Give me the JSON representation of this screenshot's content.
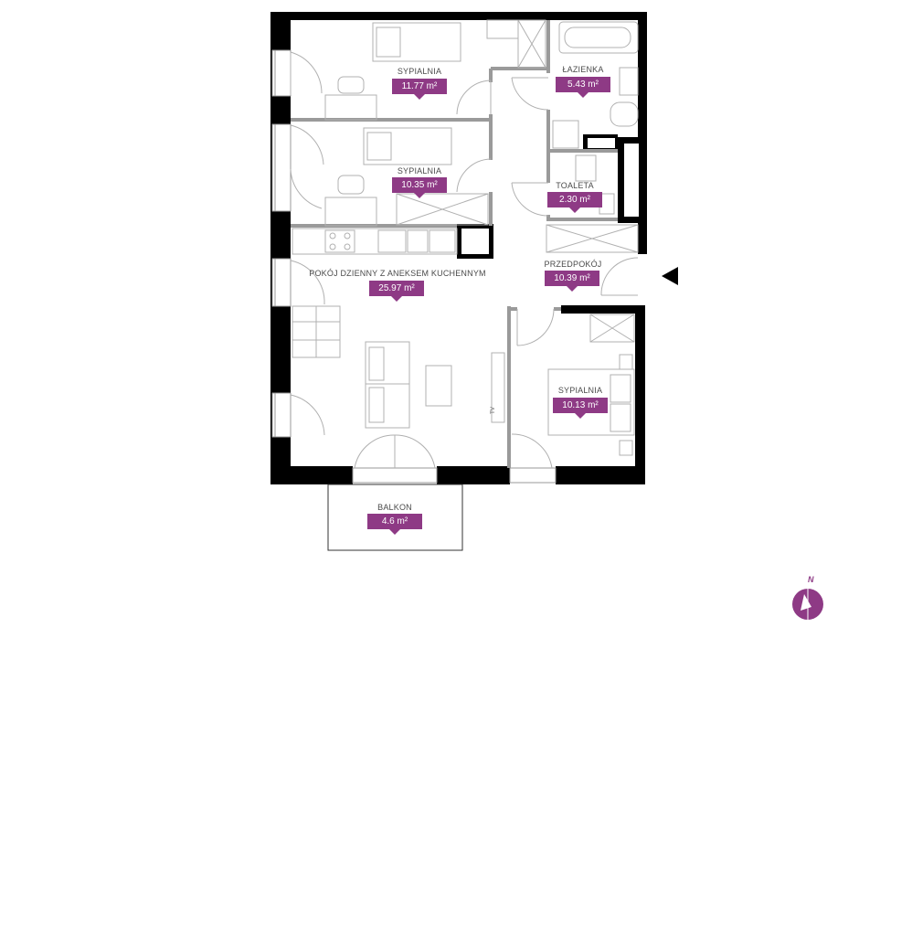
{
  "rooms": [
    {
      "id": "sypialnia-1",
      "name": "SYPIALNIA",
      "area": "11.77 m²"
    },
    {
      "id": "lazienka",
      "name": "ŁAZIENKA",
      "area": "5.43 m²"
    },
    {
      "id": "sypialnia-2",
      "name": "SYPIALNIA",
      "area": "10.35 m²"
    },
    {
      "id": "toaleta",
      "name": "TOALETA",
      "area": "2.30 m²"
    },
    {
      "id": "pokoj-dzienny",
      "name": "POKÓJ DZIENNY Z ANEKSEM KUCHENNYM",
      "area": "25.97 m²"
    },
    {
      "id": "przedpokoj",
      "name": "PRZEDPOKÓJ",
      "area": "10.39 m²"
    },
    {
      "id": "sypialnia-3",
      "name": "SYPIALNIA",
      "area": "10.13 m²"
    },
    {
      "id": "balkon",
      "name": "BALKON",
      "area": "4.6 m²"
    }
  ],
  "tv_label": "TV",
  "compass": {
    "label": "N"
  },
  "colors": {
    "accent": "#8e3a85",
    "wall": "#000000",
    "interior": "#9a9a9a",
    "furniture": "#b0b0b0"
  },
  "icons": {
    "entrance": "entrance-arrow-icon",
    "compass": "compass-icon"
  }
}
